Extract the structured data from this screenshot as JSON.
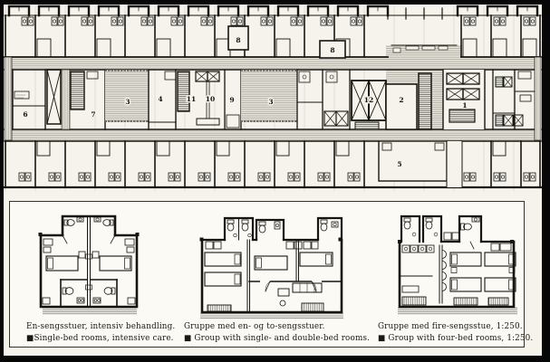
{
  "figure": {
    "plan_labels": [
      {
        "text": "8"
      },
      {
        "text": "8"
      },
      {
        "text": "6"
      },
      {
        "text": "7"
      },
      {
        "text": "3"
      },
      {
        "text": "4"
      },
      {
        "text": "11"
      },
      {
        "text": "10"
      },
      {
        "text": "9"
      },
      {
        "text": "3"
      },
      {
        "text": "12"
      },
      {
        "text": "2"
      },
      {
        "text": "1"
      },
      {
        "text": "5"
      }
    ],
    "captions": [
      {
        "da": "En-sengsstuer, intensiv behandling.",
        "en": "■Single-bed rooms, intensive care."
      },
      {
        "da": "Gruppe med en- og to-sengsstuer.",
        "en": "■ Group with single- and double-bed rooms."
      },
      {
        "da": "Gruppe med fire-sengsstue, 1:250.",
        "en": "■ Group with four-bed rooms, 1:250."
      }
    ],
    "colors": {
      "ink": "#17150f",
      "paper": "#f5f3ec",
      "corridor_fill": "#e6e3da",
      "frame": "#070707"
    }
  }
}
